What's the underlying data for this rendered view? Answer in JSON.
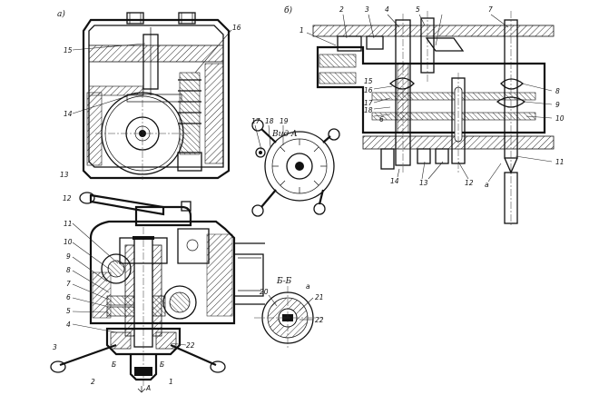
{
  "views": {
    "a": "a)",
    "b": "б)",
    "vid_a": "Вид A",
    "section_bb": "Б-Б"
  },
  "callouts_a": [
    "15",
    "16",
    "14",
    "13",
    "12",
    "11",
    "10",
    "9",
    "8",
    "7",
    "6",
    "5",
    "4",
    "3",
    "2",
    "Б",
    "Б",
    "1",
    "22",
    "A"
  ],
  "callouts_vid_a": [
    "17",
    "18",
    "19"
  ],
  "callouts_bb": [
    "20",
    "a",
    "21",
    "22"
  ],
  "callouts_b": [
    "1",
    "2",
    "3",
    "4",
    "5",
    "7",
    "8",
    "9",
    "10",
    "11",
    "15",
    "16",
    "17",
    "18",
    "6",
    "14",
    "13",
    "12",
    "a"
  ]
}
